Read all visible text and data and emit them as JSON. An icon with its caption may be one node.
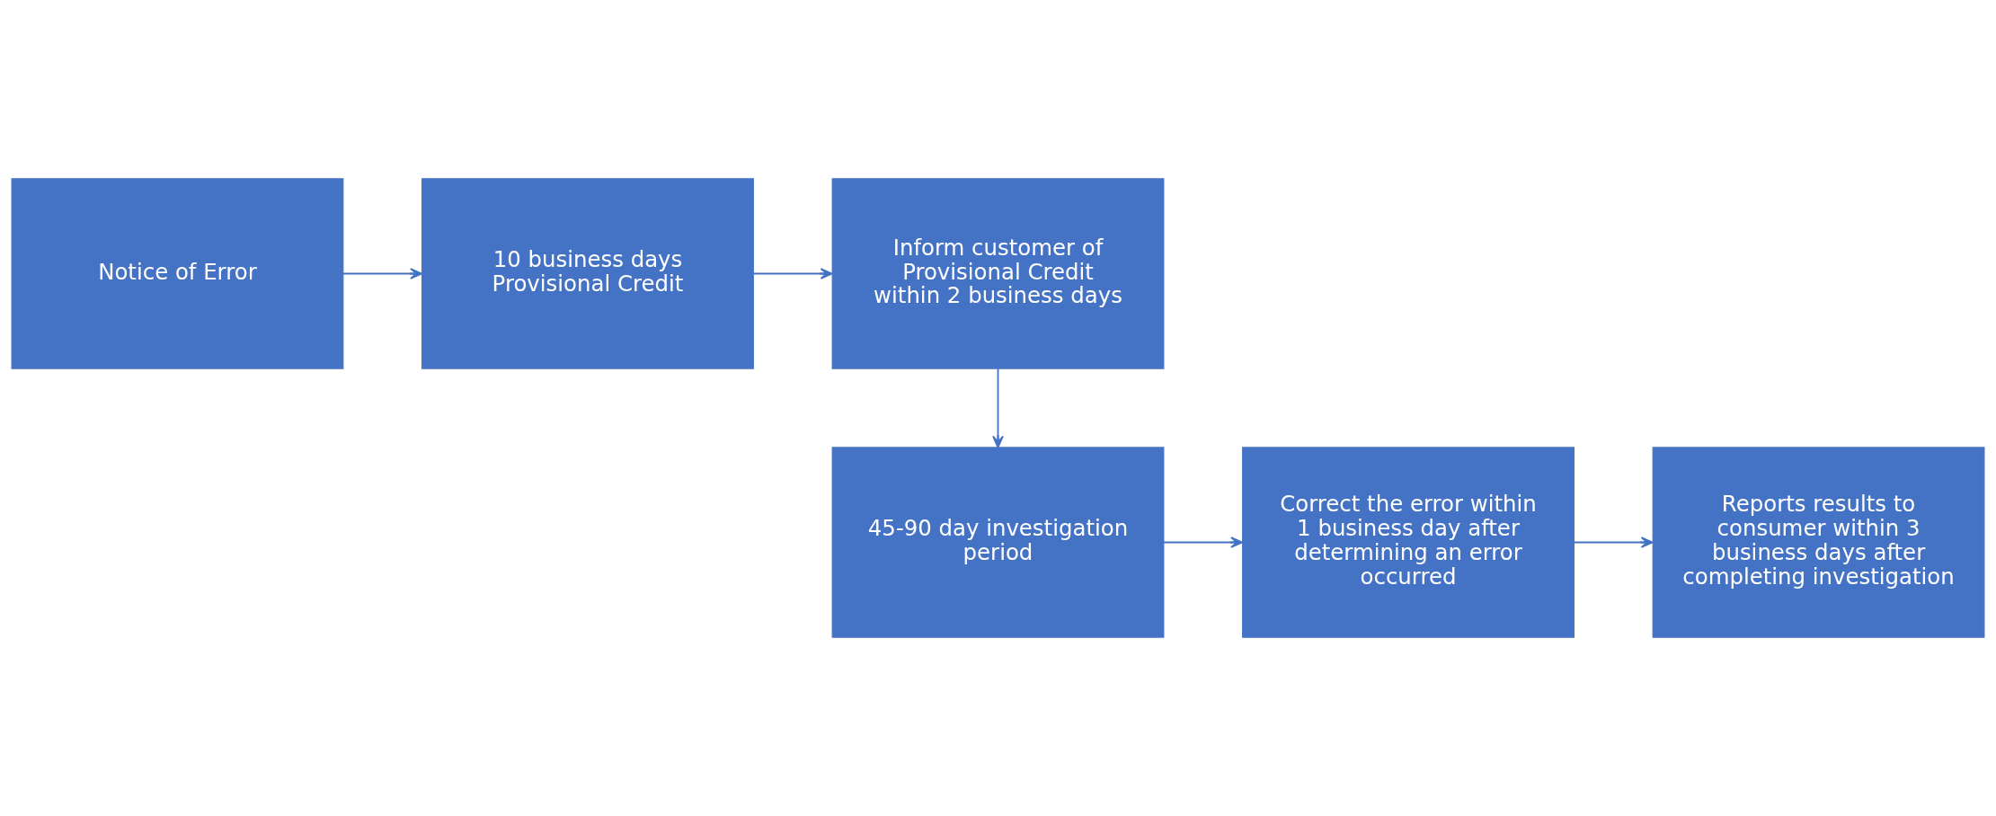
{
  "diagram": {
    "nodes": [
      {
        "text": [
          "Notice of Error"
        ]
      },
      {
        "text": [
          "10 business days Provisional Credit"
        ]
      },
      {
        "text": [
          "Inform customer of Provisional Credit within 2 business days"
        ]
      },
      {
        "text": [
          "45-90 day investigation period"
        ]
      },
      {
        "text": [
          "Correct the error within 1 business day after determining an error occurred"
        ]
      },
      {
        "text": [
          "Reports results to consumer within 3 business days after completing investigation"
        ]
      }
    ],
    "edges": [
      {
        "from": 0,
        "to": 1,
        "arrow": "to"
      },
      {
        "from": 1,
        "to": 2,
        "arrow": "to"
      },
      {
        "from": 2,
        "to": 3,
        "arrow": "to"
      },
      {
        "from": 3,
        "to": 4,
        "arrow": "to"
      },
      {
        "from": 4,
        "to": 5,
        "arrow": "to"
      }
    ]
  }
}
